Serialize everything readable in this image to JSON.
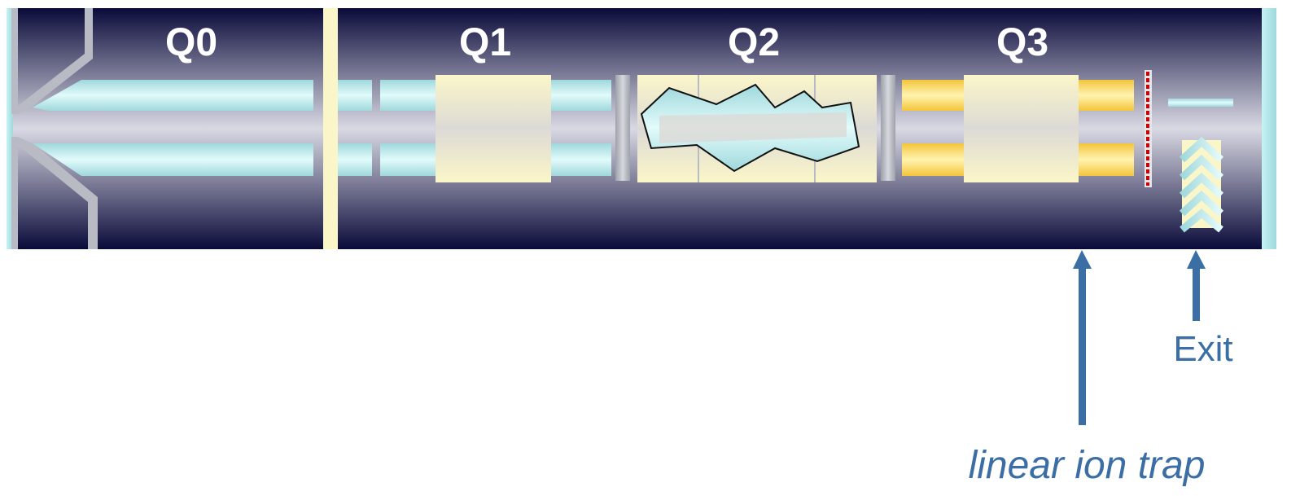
{
  "stages": [
    {
      "label": "Q0"
    },
    {
      "label": "Q1"
    },
    {
      "label": "Q2"
    },
    {
      "label": "Q3"
    }
  ],
  "annotations": {
    "exit": "Exit",
    "trap": "linear ion trap"
  },
  "colors": {
    "chamber_dark": "#0a0a3a",
    "chamber_light": "#d9d9e4",
    "rod": "#bfeef0",
    "cream": "#fbf6c8",
    "gold_rod": "#f4c53a",
    "lens_grey": "#b9bbc4",
    "gate_red": "#cc0000",
    "arrow_blue": "#3a6ea5"
  }
}
